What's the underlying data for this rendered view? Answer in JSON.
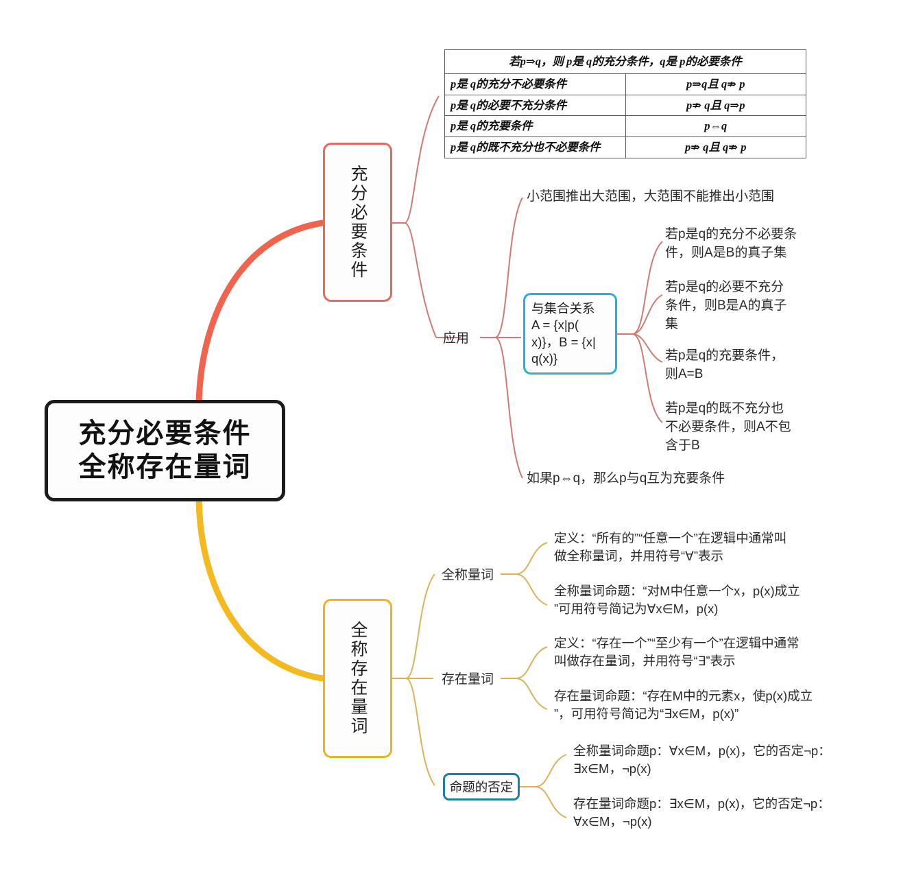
{
  "root": {
    "line1": "充分必要条件",
    "line2": "全称存在量词"
  },
  "colors": {
    "branch_red": "#e8685a",
    "branch_yellow": "#edb21f",
    "setbox_border": "#25b3d4",
    "negationbox_border": "#1b7fa6",
    "root_border": "#1c1c1c"
  },
  "branches": [
    {
      "id": "sufficient-necessary",
      "label": "充分必要条件",
      "color": "#e8685a"
    },
    {
      "id": "quantifiers",
      "label": "全称存在量词",
      "color": "#edb21f"
    }
  ],
  "table": {
    "header": "若p⇒q，则 p是 q的充分条件，q是 p的必要条件",
    "rows": [
      {
        "left": "p是 q的充分不必要条件",
        "right": "p⇒q且 q⇏ p"
      },
      {
        "left": "p是 q的必要不充分条件",
        "right": "p⇏ q且 q⇒p"
      },
      {
        "left": "p是 q的充要条件",
        "right": "p⇔q"
      },
      {
        "left": "p是 q的既不充分也不必要条件",
        "right": "p⇏ q且 q⇏ p"
      }
    ]
  },
  "leaves": {
    "range_rule": "小范围推出大范围，大范围不能推出小范围",
    "application": "应用",
    "set_relation": "与集合关系\nA = {x|p(\nx)}，B = {x|\nq(x)}",
    "set_cases": [
      "若p是q的充分不必要条\n件，则A是B的真子集",
      "若p是q的必要不充分\n条件，则B是A的真子\n集",
      "若p是q的充要条件，\n则A=B",
      "若p是q的既不充分也\n不必要条件，则A不包\n含于B"
    ],
    "equiv_rule": "如果p⇔q，那么p与q互为充要条件",
    "universal_label": "全称量词",
    "universal_items": [
      "定义：“所有的”“任意一个”在逻辑中通常叫\n做全称量词，并用符号“∀”表示",
      "全称量词命题：“对M中任意一个x，p(x)成立\n”可用符号简记为∀x∈M，p(x)"
    ],
    "existential_label": "存在量词",
    "existential_items": [
      "定义：“存在一个”“至少有一个”在逻辑中通常\n叫做存在量词，并用符号“∃”表示",
      "存在量词命题：“存在M中的元素x，使p(x)成立\n”，可用符号简记为“∃x∈M，p(x)”"
    ],
    "negation_label": "命题的否定",
    "negation_items": [
      "全称量词命题p：∀x∈M，p(x)，它的否定¬p：\n∃x∈M，¬p(x)",
      "存在量词命题p：∃x∈M，p(x)，它的否定¬p：\n∀x∈M，¬p(x)"
    ]
  }
}
